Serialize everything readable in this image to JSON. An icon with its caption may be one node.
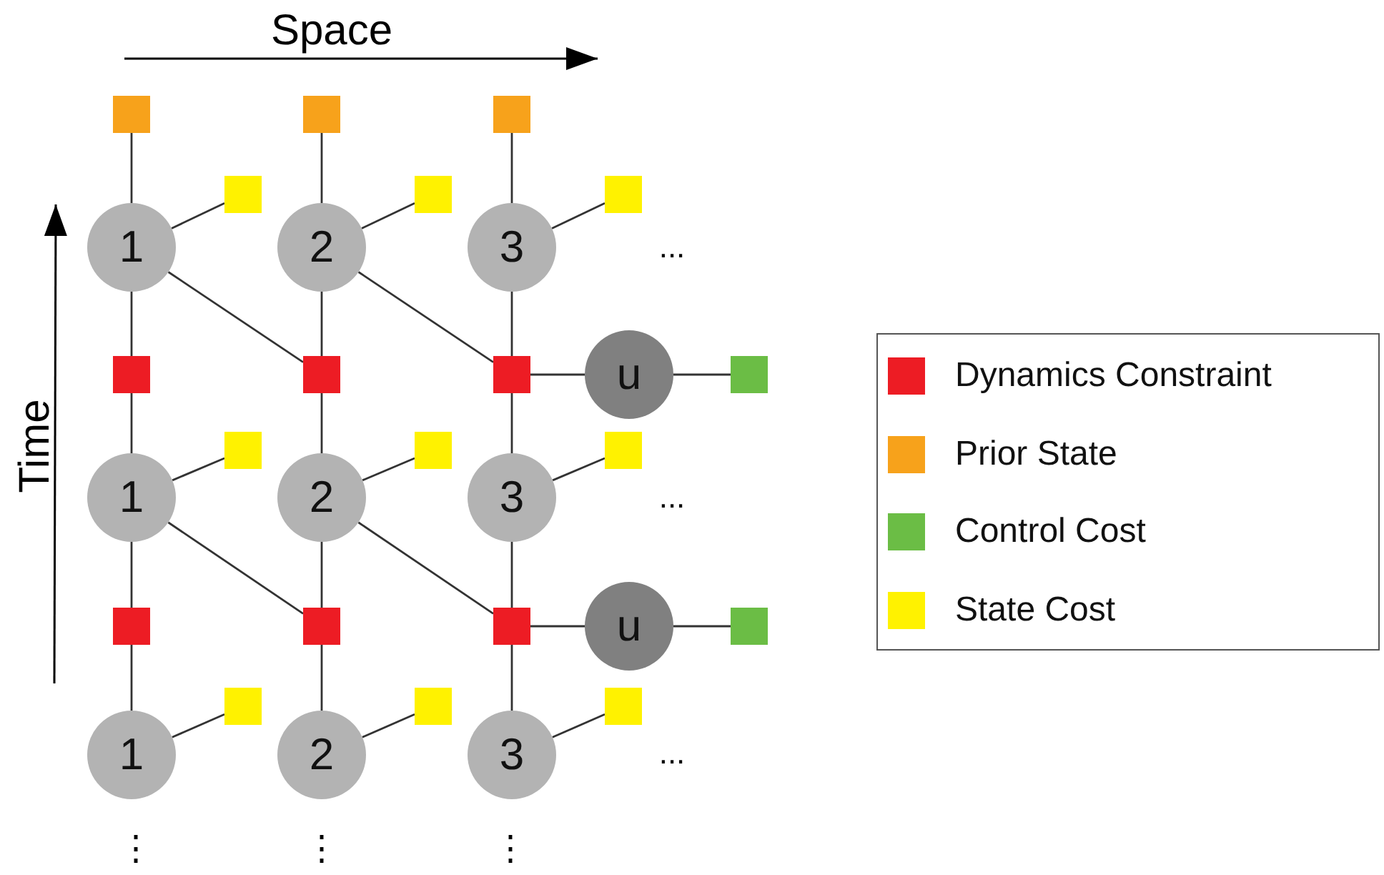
{
  "diagram": {
    "nodes": [
      {
        "text": [],
        "shape": "box"
      },
      {
        "text": [],
        "shape": "box"
      },
      {
        "text": [],
        "shape": "box"
      },
      {
        "text": [],
        "shape": "box"
      },
      {
        "text": [],
        "shape": "box"
      },
      {
        "text": [],
        "shape": "box"
      },
      {
        "text": [
          "1"
        ]
      },
      {
        "text": [
          "2"
        ]
      },
      {
        "text": [
          "3"
        ]
      },
      {
        "text": [],
        "shape": "box"
      },
      {
        "text": [],
        "shape": "box"
      },
      {
        "text": [],
        "shape": "box"
      },
      {
        "text": [
          "u"
        ]
      },
      {
        "text": [],
        "shape": "box"
      },
      {
        "text": [],
        "shape": "box"
      },
      {
        "text": [],
        "shape": "box"
      },
      {
        "text": [],
        "shape": "box"
      },
      {
        "text": [
          "1"
        ]
      },
      {
        "text": [
          "2"
        ]
      },
      {
        "text": [
          "3"
        ]
      },
      {
        "text": [],
        "shape": "box"
      },
      {
        "text": [],
        "shape": "box"
      },
      {
        "text": [],
        "shape": "box"
      },
      {
        "text": [
          "u"
        ]
      },
      {
        "text": [],
        "shape": "box"
      },
      {
        "text": [],
        "shape": "box"
      },
      {
        "text": [],
        "shape": "box"
      },
      {
        "text": [],
        "shape": "box"
      },
      {
        "text": [
          "1"
        ]
      },
      {
        "text": [
          "2"
        ]
      },
      {
        "text": [
          "3"
        ]
      }
    ],
    "edges": [
      {
        "from": 0,
        "to": 6,
        "arrow": "none"
      },
      {
        "from": 1,
        "to": 7,
        "arrow": "none"
      },
      {
        "from": 2,
        "to": 8,
        "arrow": "none"
      },
      {
        "from": 6,
        "to": 3,
        "arrow": "none"
      },
      {
        "from": 7,
        "to": 4,
        "arrow": "none"
      },
      {
        "from": 8,
        "to": 5,
        "arrow": "none"
      },
      {
        "from": 6,
        "to": 9,
        "arrow": "none"
      },
      {
        "from": 7,
        "to": 10,
        "arrow": "none"
      },
      {
        "from": 8,
        "to": 11,
        "arrow": "none"
      },
      {
        "from": 6,
        "to": 10,
        "arrow": "none"
      },
      {
        "from": 7,
        "to": 11,
        "arrow": "none"
      },
      {
        "from": 11,
        "to": 12,
        "arrow": "none"
      },
      {
        "from": 12,
        "to": 13,
        "arrow": "none"
      },
      {
        "from": 9,
        "to": 17,
        "arrow": "none"
      },
      {
        "from": 10,
        "to": 18,
        "arrow": "none"
      },
      {
        "from": 11,
        "to": 19,
        "arrow": "none"
      },
      {
        "from": 17,
        "to": 14,
        "arrow": "none"
      },
      {
        "from": 18,
        "to": 15,
        "arrow": "none"
      },
      {
        "from": 19,
        "to": 16,
        "arrow": "none"
      },
      {
        "from": 17,
        "to": 20,
        "arrow": "none"
      },
      {
        "from": 18,
        "to": 21,
        "arrow": "none"
      },
      {
        "from": 19,
        "to": 22,
        "arrow": "none"
      },
      {
        "from": 17,
        "to": 21,
        "arrow": "none"
      },
      {
        "from": 18,
        "to": 22,
        "arrow": "none"
      },
      {
        "from": 22,
        "to": 23,
        "arrow": "none"
      },
      {
        "from": 23,
        "to": 24,
        "arrow": "none"
      },
      {
        "from": 20,
        "to": 28,
        "arrow": "none"
      },
      {
        "from": 21,
        "to": 29,
        "arrow": "none"
      },
      {
        "from": 22,
        "to": 30,
        "arrow": "none"
      },
      {
        "from": 28,
        "to": 25,
        "arrow": "none"
      },
      {
        "from": 29,
        "to": 26,
        "arrow": "none"
      },
      {
        "from": 30,
        "to": 27,
        "arrow": "none"
      }
    ],
    "labels": [
      "Space",
      "Time",
      "...",
      "...",
      "...",
      "⋮",
      "⋮",
      "⋮"
    ],
    "legend": [
      {
        "text": "Dynamics Constraint",
        "color": "#ed1c24"
      },
      {
        "text": "Prior State",
        "color": "#f7a21b"
      },
      {
        "text": "Control Cost",
        "color": "#6bbd45"
      },
      {
        "text": "State Cost",
        "color": "#fff200"
      }
    ]
  }
}
